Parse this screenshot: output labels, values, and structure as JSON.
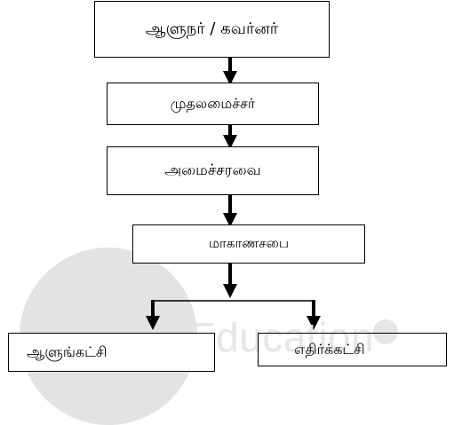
{
  "nodes": {
    "governor": "ஆளுநர்  /  கவர்னர்",
    "chief_minister": "முதலமைச்சர்",
    "cabinet": "அமைச்சரவை",
    "provincial_council": "மாகாணசபை",
    "ruling_party": "ஆளுங்கட்சி",
    "opposition": "எதிர்க்கட்சி"
  },
  "watermark": "Education",
  "colors": {
    "line": "#000000",
    "watermark": "#e3e3e3"
  }
}
